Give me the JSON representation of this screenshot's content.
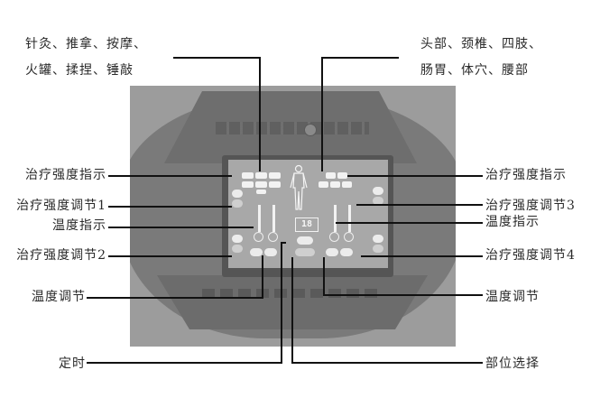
{
  "diagram": {
    "subject": "treatment device control panel",
    "top_left_label": {
      "line1": "针灸、推拿、按摩、",
      "line2": "火罐、揉捏、锤敲"
    },
    "top_right_label": {
      "line1": "头部、颈椎、四肢、",
      "line2": "肠胃、体穴、腰部"
    },
    "left_labels": [
      "治疗强度指示",
      "治疗强度调节1",
      "温度指示",
      "治疗强度调节2",
      "温度调节",
      "定时"
    ],
    "right_labels": [
      "治疗强度指示",
      "治疗强度调节3",
      "温度指示",
      "治疗强度调节4",
      "温度调节",
      "部位选择"
    ],
    "display_value": "18"
  }
}
